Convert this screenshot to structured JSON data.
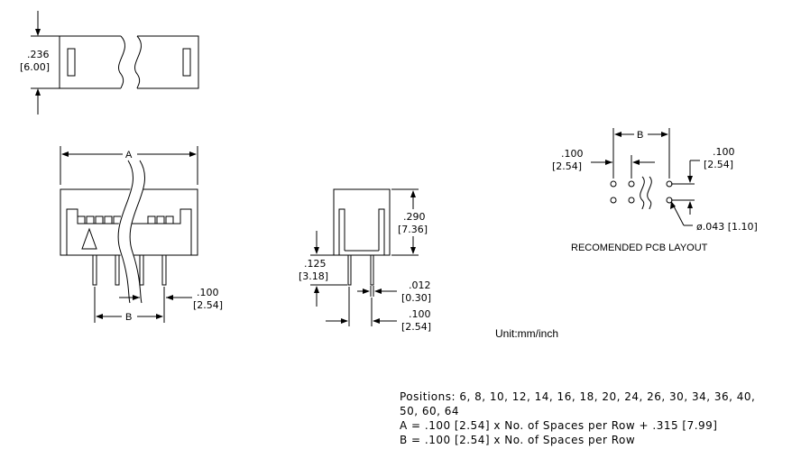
{
  "top_view": {
    "height_in": ".236",
    "height_mm": "[6.00]"
  },
  "front_view": {
    "dim_a": "A",
    "dim_b": "B",
    "pitch_in": ".100",
    "pitch_mm": "[2.54]"
  },
  "side_view": {
    "height_in": ".290",
    "height_mm": "[7.36]",
    "pin_len_in": ".125",
    "pin_len_mm": "[3.18]",
    "pin_w_in": ".012",
    "pin_w_mm": "[0.30]",
    "pitch_in": ".100",
    "pitch_mm": "[2.54]"
  },
  "pcb_layout": {
    "dim_b": "B",
    "left_pitch_in": ".100",
    "left_pitch_mm": "[2.54]",
    "right_pitch_in": ".100",
    "right_pitch_mm": "[2.54]",
    "hole_dia": "ø.043 [1.10]",
    "caption": "RECOMENDED PCB LAYOUT"
  },
  "unit_label": "Unit:mm/inch",
  "notes": {
    "positions_line1": "Positions: 6, 8, 10, 12, 14, 16, 18, 20, 24, 26, 30, 34, 36, 40,",
    "positions_line2": "50, 60, 64",
    "formula_a": "A = .100 [2.54] x No. of Spaces per Row + .315 [7.99]",
    "formula_b": "B = .100 [2.54] x No. of Spaces per Row"
  }
}
